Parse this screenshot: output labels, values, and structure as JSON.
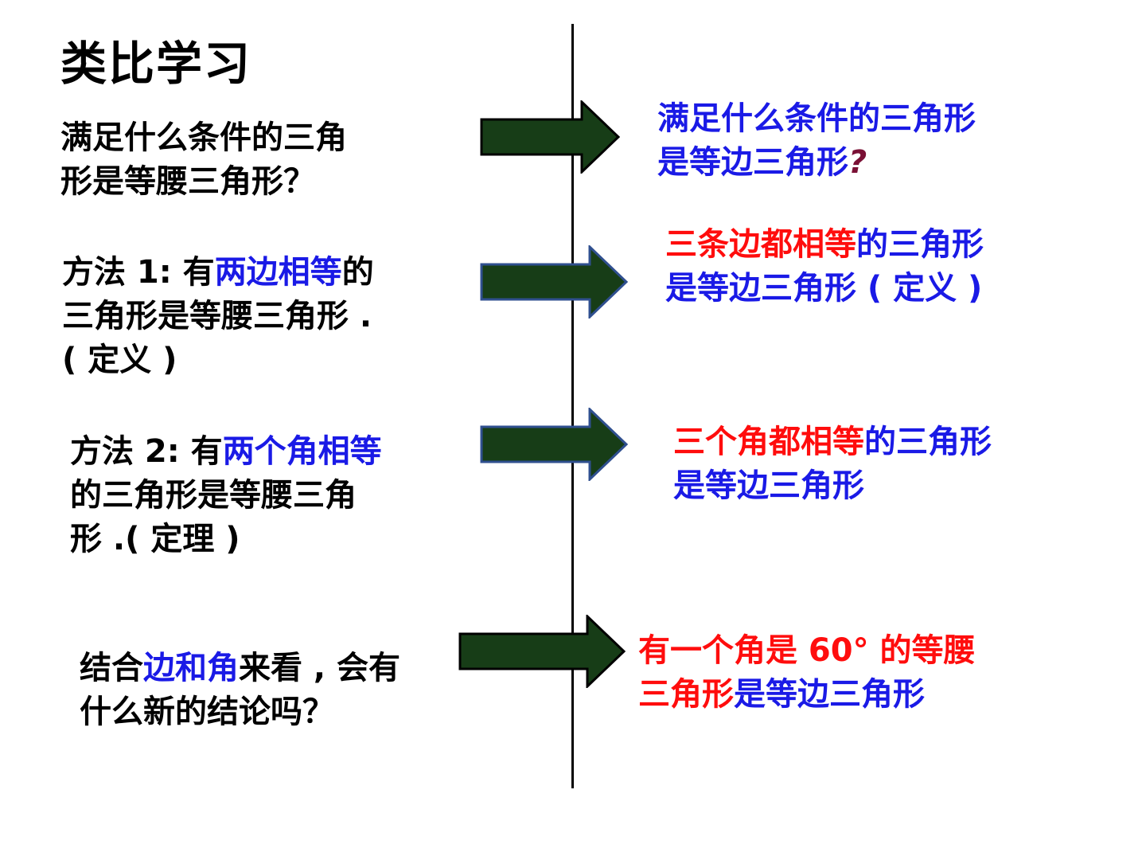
{
  "title": "类比学习",
  "left": {
    "q1": {
      "line1": "满足什么条件的三角",
      "line2": "形是等腰三角形？"
    },
    "m1": {
      "prefix": "方法 1: 有",
      "highlight": "两边相等",
      "suffix": "的",
      "line2": "三角形是等腰三角形 .",
      "line3": "( 定义 )"
    },
    "m2": {
      "prefix": "方法 2: 有",
      "highlight": "两个角相等",
      "line2": "的三角形是等腰三角",
      "line3": "形 .( 定理 )"
    },
    "q2": {
      "prefix": "结合",
      "highlight": "边和角",
      "suffix": "来看 , 会有",
      "line2": "什么新的结论吗？"
    }
  },
  "right": {
    "r1": {
      "line1": "满足什么条件的三角形",
      "line2": "是等边三角形",
      "mark": "?"
    },
    "r2": {
      "red": "三条边都相等",
      "blue": "的三角形",
      "line2": "是等边三角形 ( 定义 )"
    },
    "r3": {
      "red": "三个角都相等",
      "blue": "的三角形",
      "line2": "是等边三角形"
    },
    "r4": {
      "line1": "有一个角是 60° 的等腰",
      "line2_red": "三角形",
      "line2_blue": "是等边三角形"
    }
  },
  "colors": {
    "arrow_fill": "#173d17",
    "arrow_stroke_dark": "#000000",
    "arrow_stroke_blue": "#2f4f8f",
    "blue_text": "#1a1ae6",
    "red_text": "#ff0d0d"
  }
}
